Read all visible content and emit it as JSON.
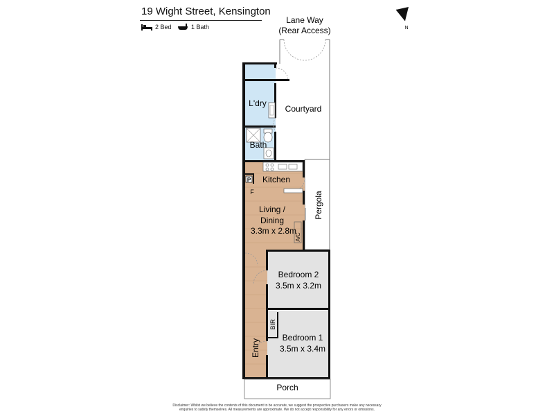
{
  "header": {
    "title": "19 Wight Street, Kensington",
    "beds_label": "2 Bed",
    "baths_label": "1 Bath"
  },
  "compass": {
    "label": "N"
  },
  "labels": {
    "laneway_1": "Lane Way",
    "laneway_2": "(Rear Access)",
    "laundry": "L'dry",
    "courtyard": "Courtyard",
    "bath": "Bath",
    "kitchen": "Kitchen",
    "pantry": "P",
    "fridge": "F",
    "pergola": "Pergola",
    "living_1": "Living /",
    "living_2": "Dining",
    "living_dim": "3.3m x 2.8m",
    "ac": "A/C",
    "bedroom2": "Bedroom 2",
    "bedroom2_dim": "3.5m x 3.2m",
    "bir": "BIR",
    "bedroom1": "Bedroom 1",
    "bedroom1_dim": "3.5m x 3.4m",
    "entry": "Entry",
    "porch": "Porch"
  },
  "disclaimer": {
    "line1": "Disclaimer: Whilst we believe the contents of this document to be accurate, we suggest the prospective purchasers make any necessary",
    "line2": "enquiries to satisfy themselves. All measurements are approximate. We do not accept responsibility for any errors or omissions."
  },
  "colors": {
    "wall": "#111111",
    "timber": "#d9b392",
    "tile_blue": "#cfe6f5",
    "carpet": "#e3e3e3",
    "outline": "#777777"
  }
}
